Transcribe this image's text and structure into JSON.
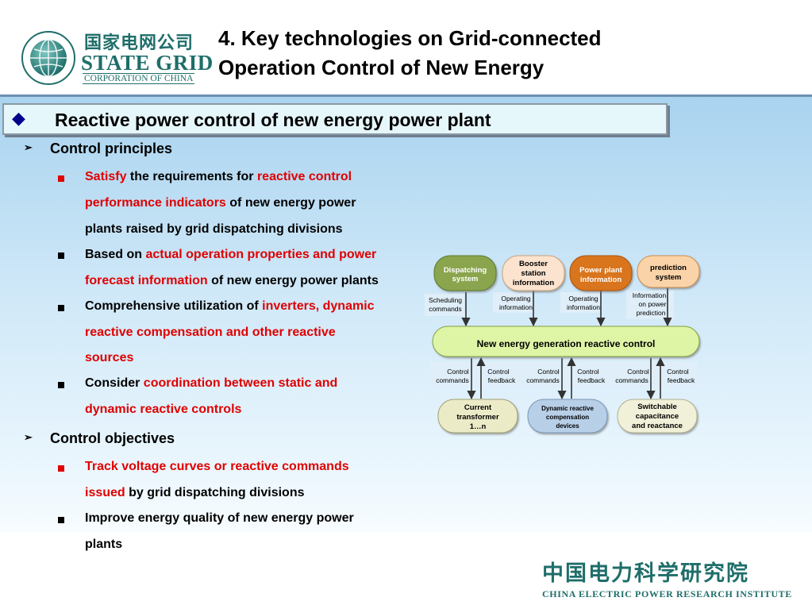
{
  "logo": {
    "cn": "国家电网公司",
    "en": "STATE GRID",
    "sub": "CORPORATION OF CHINA"
  },
  "title": {
    "line1": "4. Key technologies on Grid-connected",
    "line2": "Operation Control of New Energy"
  },
  "banner": {
    "bullet": "◆",
    "text": "Reactive power control of new energy power plant"
  },
  "sections": {
    "principles": {
      "heading": "Control principles",
      "b1": {
        "l1a": "Satisfy",
        "l1b": " the requirements for ",
        "l1c": "reactive control",
        "l2a": "performance indicators",
        "l2b": " of new energy power",
        "l3": "plants raised by grid dispatching divisions"
      },
      "b2": {
        "l1a": " Based on ",
        "l1b": "actual operation properties and power",
        "l2a": "forecast information",
        "l2b": " of new energy power plants"
      },
      "b3": {
        "l1a": "Comprehensive utilization of ",
        "l1b": "inverters, dynamic",
        "l2": "reactive compensation and other reactive",
        "l3": "sources"
      },
      "b4": {
        "l1a": " Consider ",
        "l1b": "coordination between static and",
        "l2": "dynamic reactive controls"
      }
    },
    "objectives": {
      "heading": "Control objectives",
      "b1": {
        "l1": "Track voltage curves or reactive commands",
        "l2a": "issued",
        "l2b": " by grid dispatching divisions"
      },
      "b2": {
        "l1": " Improve energy quality of new energy power",
        "l2": "plants"
      }
    }
  },
  "diagram": {
    "top_nodes": [
      {
        "line1": "Dispatching",
        "line2": "system",
        "line3": ""
      },
      {
        "line1": "Booster",
        "line2": "station",
        "line3": "information"
      },
      {
        "line1": "Power plant",
        "line2": "information",
        "line3": ""
      },
      {
        "line1": "prediction",
        "line2": "system",
        "line3": ""
      }
    ],
    "top_labels": [
      {
        "line1": "Scheduling",
        "line2": "commands",
        "line3": ""
      },
      {
        "line1": "Operating",
        "line2": "information",
        "line3": ""
      },
      {
        "line1": "Operating",
        "line2": "information",
        "line3": ""
      },
      {
        "line1": "Information",
        "line2": "on power",
        "line3": "prediction"
      }
    ],
    "center": "New energy generation reactive control",
    "bottom_labels": [
      {
        "line1": "Control",
        "line2": "commands"
      },
      {
        "line1": "Control",
        "line2": "feedback"
      },
      {
        "line1": "Control",
        "line2": "commands"
      },
      {
        "line1": "Control",
        "line2": "feedback"
      },
      {
        "line1": "Control",
        "line2": "commands"
      },
      {
        "line1": "Control",
        "line2": "feedback"
      }
    ],
    "bottom_nodes": [
      {
        "line1": "Current",
        "line2": "transformer",
        "line3": "1…n"
      },
      {
        "line1": "Dynamic reactive",
        "line2": "compensation",
        "line3": "devices"
      },
      {
        "line1": "Switchable",
        "line2": "capacitance",
        "line3": "and reactance"
      }
    ],
    "colors": {
      "dispatching": "#8aa54e",
      "booster": "#fbe3cf",
      "powerplant": "#d9741f",
      "prediction": "#fbd3a8",
      "center": "#dff5a6",
      "bottom_left": "#ecebc8",
      "bottom_mid": "#b8cfe8",
      "bottom_right": "#f1f0d8"
    }
  },
  "footer": {
    "cn": "中国电力科学研究院",
    "en": "CHINA ELECTRIC POWER RESEARCH INSTITUTE"
  }
}
